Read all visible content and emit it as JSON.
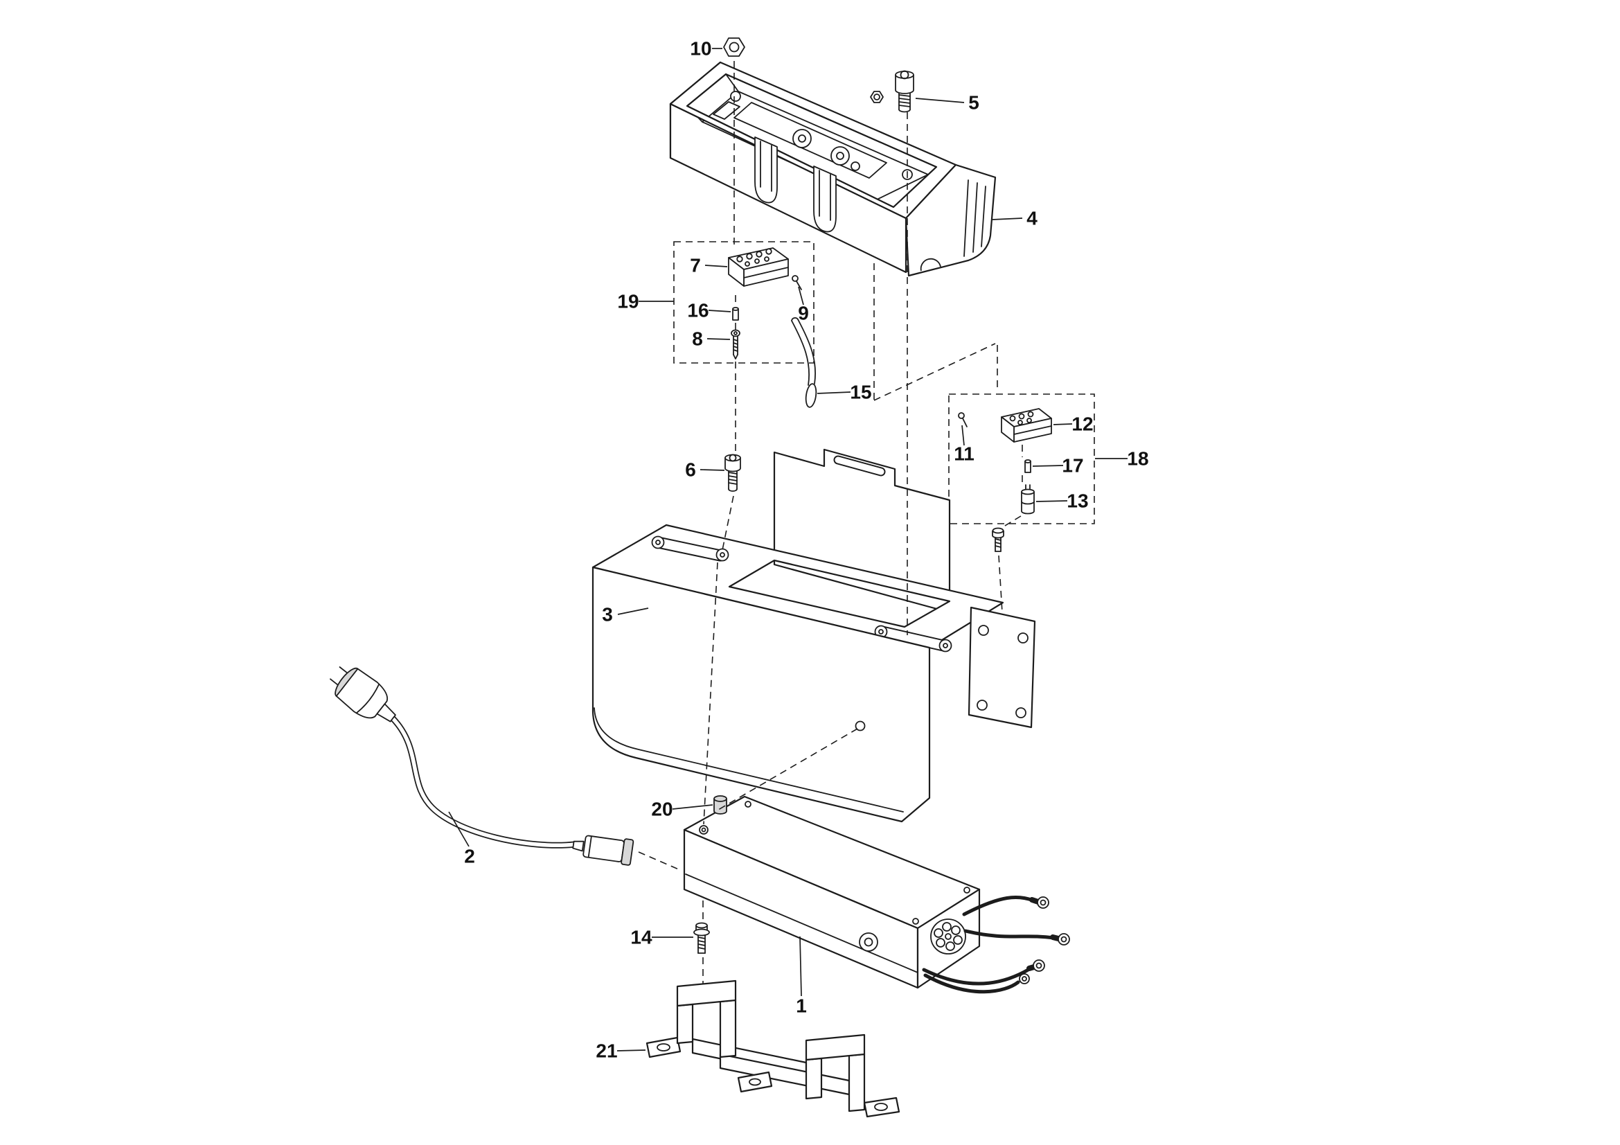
{
  "diagram": {
    "background": "#ffffff",
    "line_color": "#1c1c1c",
    "text_color": "#111111",
    "callouts": {
      "c1": {
        "label": "1"
      },
      "c2": {
        "label": "2"
      },
      "c3": {
        "label": "3"
      },
      "c4": {
        "label": "4"
      },
      "c5": {
        "label": "5"
      },
      "c6": {
        "label": "6"
      },
      "c7": {
        "label": "7"
      },
      "c8": {
        "label": "8"
      },
      "c9": {
        "label": "9"
      },
      "c10": {
        "label": "10"
      },
      "c11": {
        "label": "11"
      },
      "c12": {
        "label": "12"
      },
      "c13": {
        "label": "13"
      },
      "c14": {
        "label": "14"
      },
      "c15": {
        "label": "15"
      },
      "c16": {
        "label": "16"
      },
      "c17": {
        "label": "17"
      },
      "c18": {
        "label": "18"
      },
      "c19": {
        "label": "19"
      },
      "c20": {
        "label": "20"
      },
      "c21": {
        "label": "21"
      }
    }
  }
}
